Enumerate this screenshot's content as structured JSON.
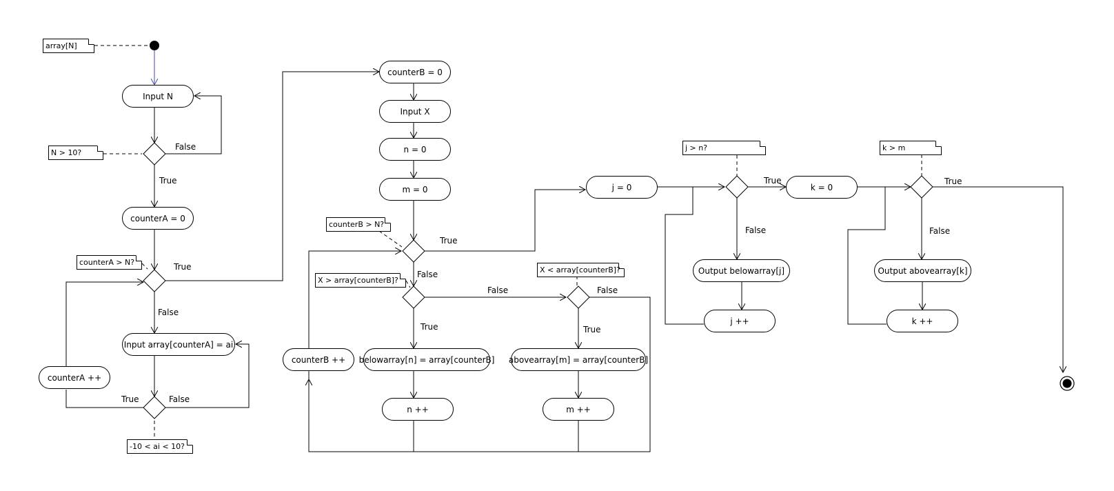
{
  "nodes": {
    "input_n": "Input N",
    "counter_a_init": "counterA = 0",
    "input_array": "Input array[counterA] = ai",
    "counter_a_inc": "counterA ++",
    "counter_b_init": "counterB = 0",
    "input_x": "Input X",
    "n_init": "n = 0",
    "m_init": "m = 0",
    "counter_b_inc": "counterB ++",
    "below_assign": "belowarray[n] = array[counterB]",
    "above_assign": "abovearray[m] = array[counterB]",
    "n_inc": "n ++",
    "m_inc": "m ++",
    "j_init": "j = 0",
    "output_below": "Output belowarray[j]",
    "j_inc": "j ++",
    "k_init": "k = 0",
    "output_above": "Output abovearray[k]",
    "k_inc": "k ++"
  },
  "notes": {
    "array_n": "array[N]",
    "n_gt_10": "N > 10?",
    "counter_a_gt_n": "counterA > N?",
    "ai_range": "-10 < ai < 10?",
    "counter_b_gt_n": "counterB > N?",
    "x_gt_array": "X > array[counterB]?",
    "x_lt_array": "X < array[counterB]?",
    "j_gt_n": "j > n?",
    "k_gt_m": "k > m"
  },
  "edge_labels": {
    "true": "True",
    "false": "False"
  }
}
